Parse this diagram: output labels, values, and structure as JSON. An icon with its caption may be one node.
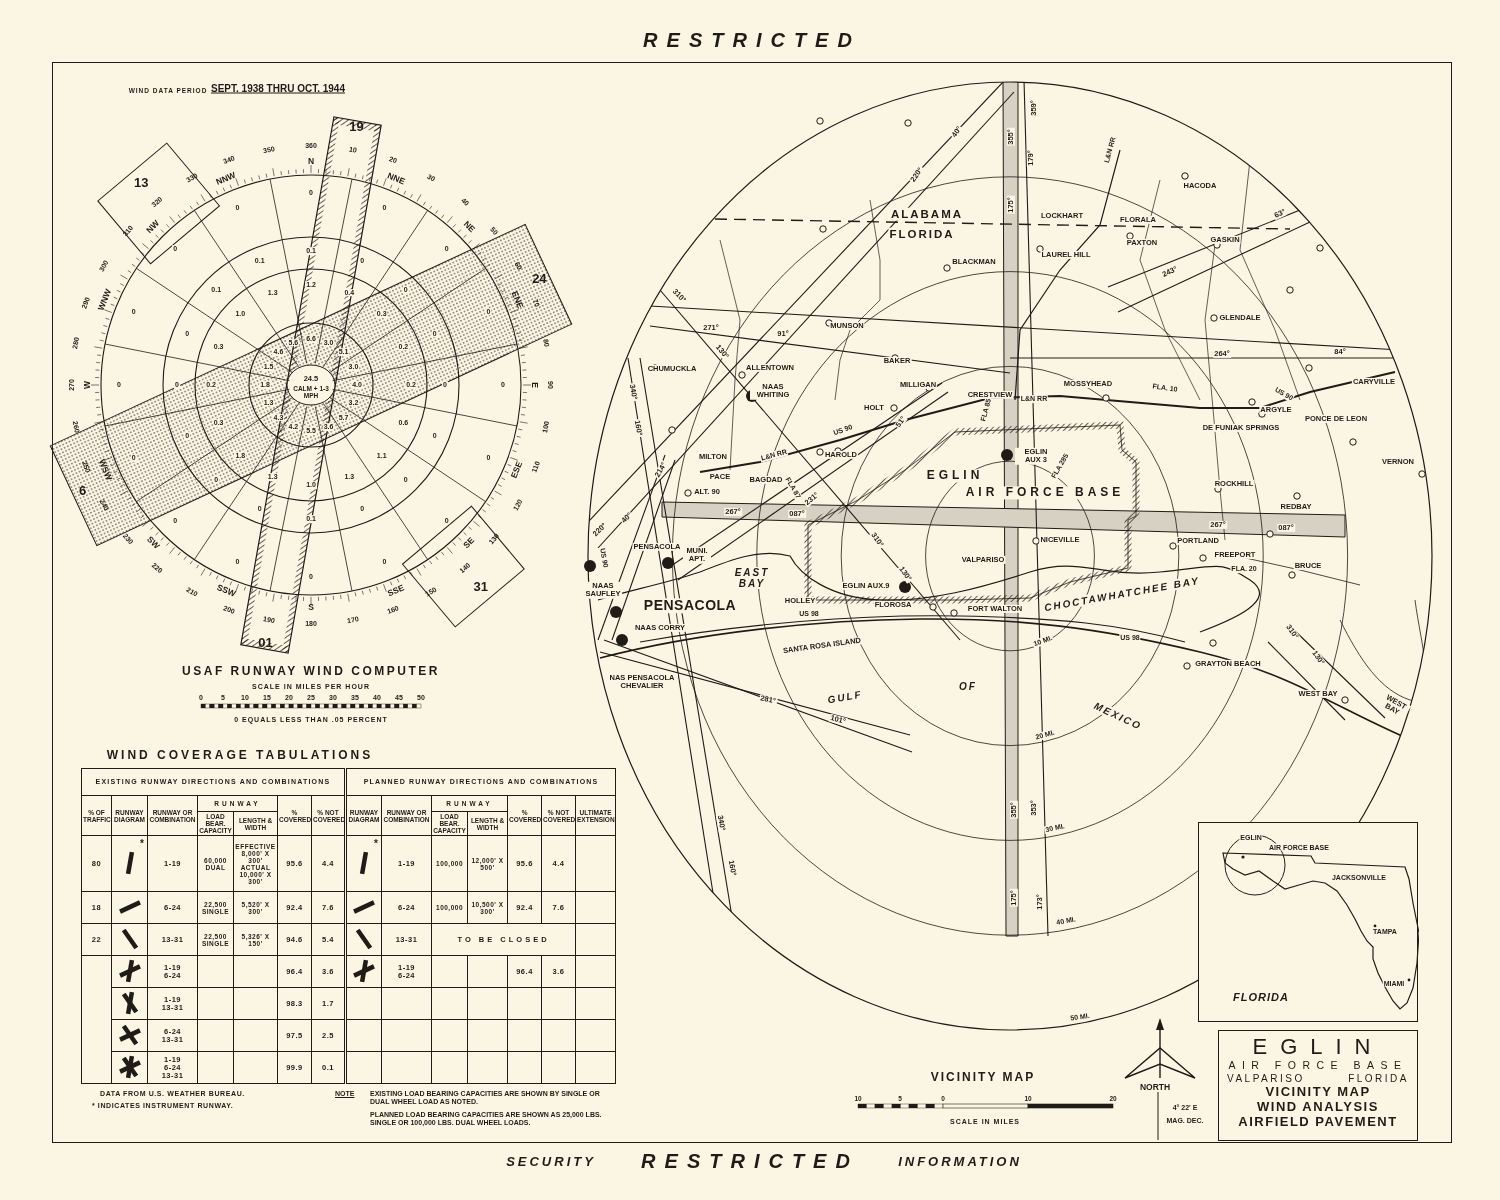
{
  "diagram": {
    "nodes": [
      {
        "text": [
          "EGLIN",
          "AIR FORCE BASE",
          "JACKSONVILLE",
          "TAMPA",
          "MIAMI",
          "FLORIDA"
        ]
      },
      {
        "text": [
          "EGLIN",
          "AIR FORCE BASE",
          "VALPARISO",
          "FLORIDA",
          "VICINITY MAP",
          "WIND ANALYSIS",
          "AIRFIELD PAVEMENT"
        ]
      }
    ],
    "labels": [
      "RESTRICTED",
      "WIND DATA PERIOD",
      "SEPT. 1938 THRU OCT. 1944",
      "19",
      "13",
      "24",
      "6",
      "31",
      "01",
      "N",
      "NNE",
      "NE",
      "ENE",
      "E",
      "ESE",
      "SE",
      "SSE",
      "S",
      "SSW",
      "SW",
      "WSW",
      "W",
      "WNW",
      "NW",
      "NNW",
      "10",
      "20",
      "30",
      "40",
      "50",
      "60",
      "70",
      "80",
      "90",
      "100",
      "110",
      "120",
      "130",
      "140",
      "150",
      "160",
      "170",
      "180",
      "190",
      "200",
      "210",
      "220",
      "230",
      "240",
      "250",
      "260",
      "270",
      "280",
      "290",
      "300",
      "310",
      "320",
      "330",
      "340",
      "350",
      "360",
      "24.5",
      "CALM + 1-3 MPH",
      "6.6",
      "3.0",
      "5.1",
      "3.0",
      "4.0",
      "3.2",
      "5.7",
      "3.6",
      "5.5",
      "4.2",
      "4.3",
      "1.3",
      "1.8",
      "1.5",
      "4.6",
      "5.6",
      "1.2",
      "0.4",
      "0.3",
      "0.2",
      "0.2",
      "0.6",
      "1.1",
      "1.3",
      "1.0",
      "1.3",
      "1.8",
      "0.3",
      "0.2",
      "0.3",
      "1.0",
      "1.3",
      "0.1",
      "0",
      "0",
      "0",
      "0",
      "0",
      "0",
      "0",
      "0.1",
      "0",
      "0",
      "0",
      "0",
      "0",
      "0.1",
      "0.1",
      "0",
      "0",
      "0",
      "0",
      "0",
      "0",
      "0",
      "0",
      "0",
      "0",
      "0",
      "0",
      "0",
      "0",
      "0",
      "0",
      "USAF RUNWAY WIND COMPUTER",
      "SCALE IN MILES PER HOUR",
      "0",
      "5",
      "10",
      "15",
      "20",
      "25",
      "30",
      "35",
      "40",
      "45",
      "50",
      "0 EQUALS LESS THAN .05 PERCENT",
      "WIND COVERAGE TABULATIONS",
      "EXISTING RUNWAY DIRECTIONS AND COMBINATIONS",
      "PLANNED RUNWAY DIRECTIONS AND COMBINATIONS",
      "% OF TRAFFIC",
      "RUNWAY DIAGRAM",
      "RUNWAY OR COMBINATION",
      "RUNWAY",
      "% COVERED",
      "% NOT COVERED",
      "RUNWAY DIAGRAM",
      "RUNWAY OR COMBINATION",
      "RUNWAY",
      "% COVERED",
      "% NOT COVERED",
      "ULTIMATE EXTENSION",
      "LOAD BEAR. CAPACITY",
      "LENGTH & WIDTH",
      "LOAD BEAR. CAPACITY",
      "LENGTH & WIDTH",
      "80",
      "*",
      "1-19",
      "60,000 DUAL",
      "EFFECTIVE 8,000' X 300' ACTUAL 10,000' X 300'",
      "95.6",
      "4.4",
      "*",
      "1-19",
      "100,000",
      "12,000' X 500'",
      "95.6",
      "4.4",
      "18",
      "6-24",
      "22,500 SINGLE",
      "5,520' X 300'",
      "92.4",
      "7.6",
      "6-24",
      "100,000",
      "10,500' X 300'",
      "92.4",
      "7.6",
      "22",
      "13-31",
      "22,500 SINGLE",
      "5,326' X 150'",
      "94.6",
      "5.4",
      "13-31",
      "TO BE CLOSED",
      "1-19 6-24",
      "96.4",
      "3.6",
      "1-19 6-24",
      "96.4",
      "3.6",
      "1-19 13-31",
      "98.3",
      "1.7",
      "6-24 13-31",
      "97.5",
      "2.5",
      "1-19 6-24 13-31",
      "99.9",
      "0.1",
      "DATA FROM U.S. WEATHER BUREAU.",
      "* INDICATES INSTRUMENT RUNWAY.",
      "NOTE",
      "EXISTING LOAD BEARING CAPACITIES ARE SHOWN BY SINGLE OR DUAL WHEEL LOAD AS NOTED.",
      "PLANNED LOAD BEARING CAPACITIES ARE SHOWN AS 25,000 LBS. SINGLE OR 100,000 LBS. DUAL WHEEL LOADS.",
      "ALABAMA",
      "FLORIDA",
      "LOCKHART",
      "FLORALA",
      "HACODA",
      "L&N RR",
      "PAXTON",
      "GASKIN",
      "63°",
      "LAUREL HILL",
      "BLACKMAN",
      "243°",
      "220°",
      "40°",
      "359°",
      "179°",
      "355°",
      "175°",
      "GLENDALE",
      "MUNSON",
      "310°",
      "271°",
      "91°",
      "130°",
      "CHUMUCKLA",
      "ALLENTOWN",
      "BAKER",
      "264°",
      "84°",
      "NAAS WHITING",
      "MILLIGAN",
      "CRESTVIEW",
      "MOSSYHEAD",
      "FLA. 10",
      "L&N RR",
      "US 90",
      "CARYVILLE",
      "ARGYLE",
      "PONCE DE LEON",
      "DE FUNIAK SPRINGS",
      "340°",
      "160°",
      "HOLT",
      "51°",
      "US 90",
      "FLA 85",
      "EGLIN AUX 3",
      "FLA 285",
      "MILTON",
      "L&N RR",
      "HAROLD",
      "EGLIN",
      "AIR FORCE BASE",
      "PACE",
      "BAGDAD",
      "FLA 87",
      "214°",
      "ALT. 90",
      "231°",
      "VERNON",
      "ROCKHILL",
      "REDBAY",
      "40°",
      "220°",
      "267°",
      "087°",
      "310°",
      "130°",
      "267°",
      "087°",
      "VALPARISO",
      "NICEVILLE",
      "PORTLAND",
      "FREEPORT",
      "BRUCE",
      "FLA. 20",
      "PENSACOLA",
      "MUNI. APT.",
      "US 90",
      "NAAS SAUFLEY",
      "EAST BAY",
      "EGLIN AUX.9",
      "CHOCTAWHATCHEE BAY",
      "PENSACOLA",
      "HOLLEY",
      "FLOROSA",
      "FORT WALTON",
      "US 98",
      "NAAS CORRY",
      "US 98",
      "10 MI.",
      "SANTA ROSA ISLAND",
      "GRAYTON BEACH",
      "310°",
      "130°",
      "WEST BAY",
      "WEST BAY",
      "NAS PENSACOLA CHEVALIER",
      "OF",
      "GULF",
      "281°",
      "MEXICO",
      "101°",
      "20 MI.",
      "355°",
      "353°",
      "340°",
      "160°",
      "30 MI.",
      "175°",
      "173°",
      "40 MI.",
      "50 MI.",
      "VICINITY MAP",
      "10",
      "5",
      "0",
      "10",
      "20",
      "SCALE IN MILES",
      "NORTH",
      "4° 22' E",
      "MAG. DEC.",
      "SECURITY",
      "RESTRICTED",
      "INFORMATION"
    ]
  }
}
